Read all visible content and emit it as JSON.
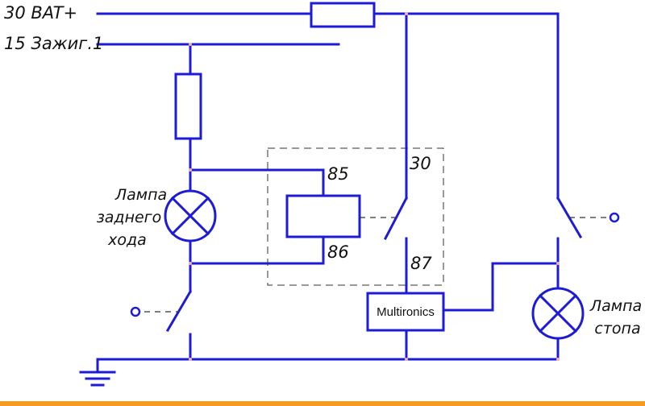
{
  "labels": {
    "bat": "30 BAT+",
    "ign": "15 Зажиг.1",
    "rev_line1": "Лампа",
    "rev_line2": "заднего",
    "rev_line3": "хода",
    "stop_line1": "Лампа",
    "stop_line2": "стопа",
    "pin85": "85",
    "pin86": "86",
    "pin30": "30",
    "pin87": "87",
    "module": "Multironics"
  },
  "colors": {
    "wire": "#1c1cd6",
    "text": "#111111",
    "footer_bar": "#f59a23"
  }
}
